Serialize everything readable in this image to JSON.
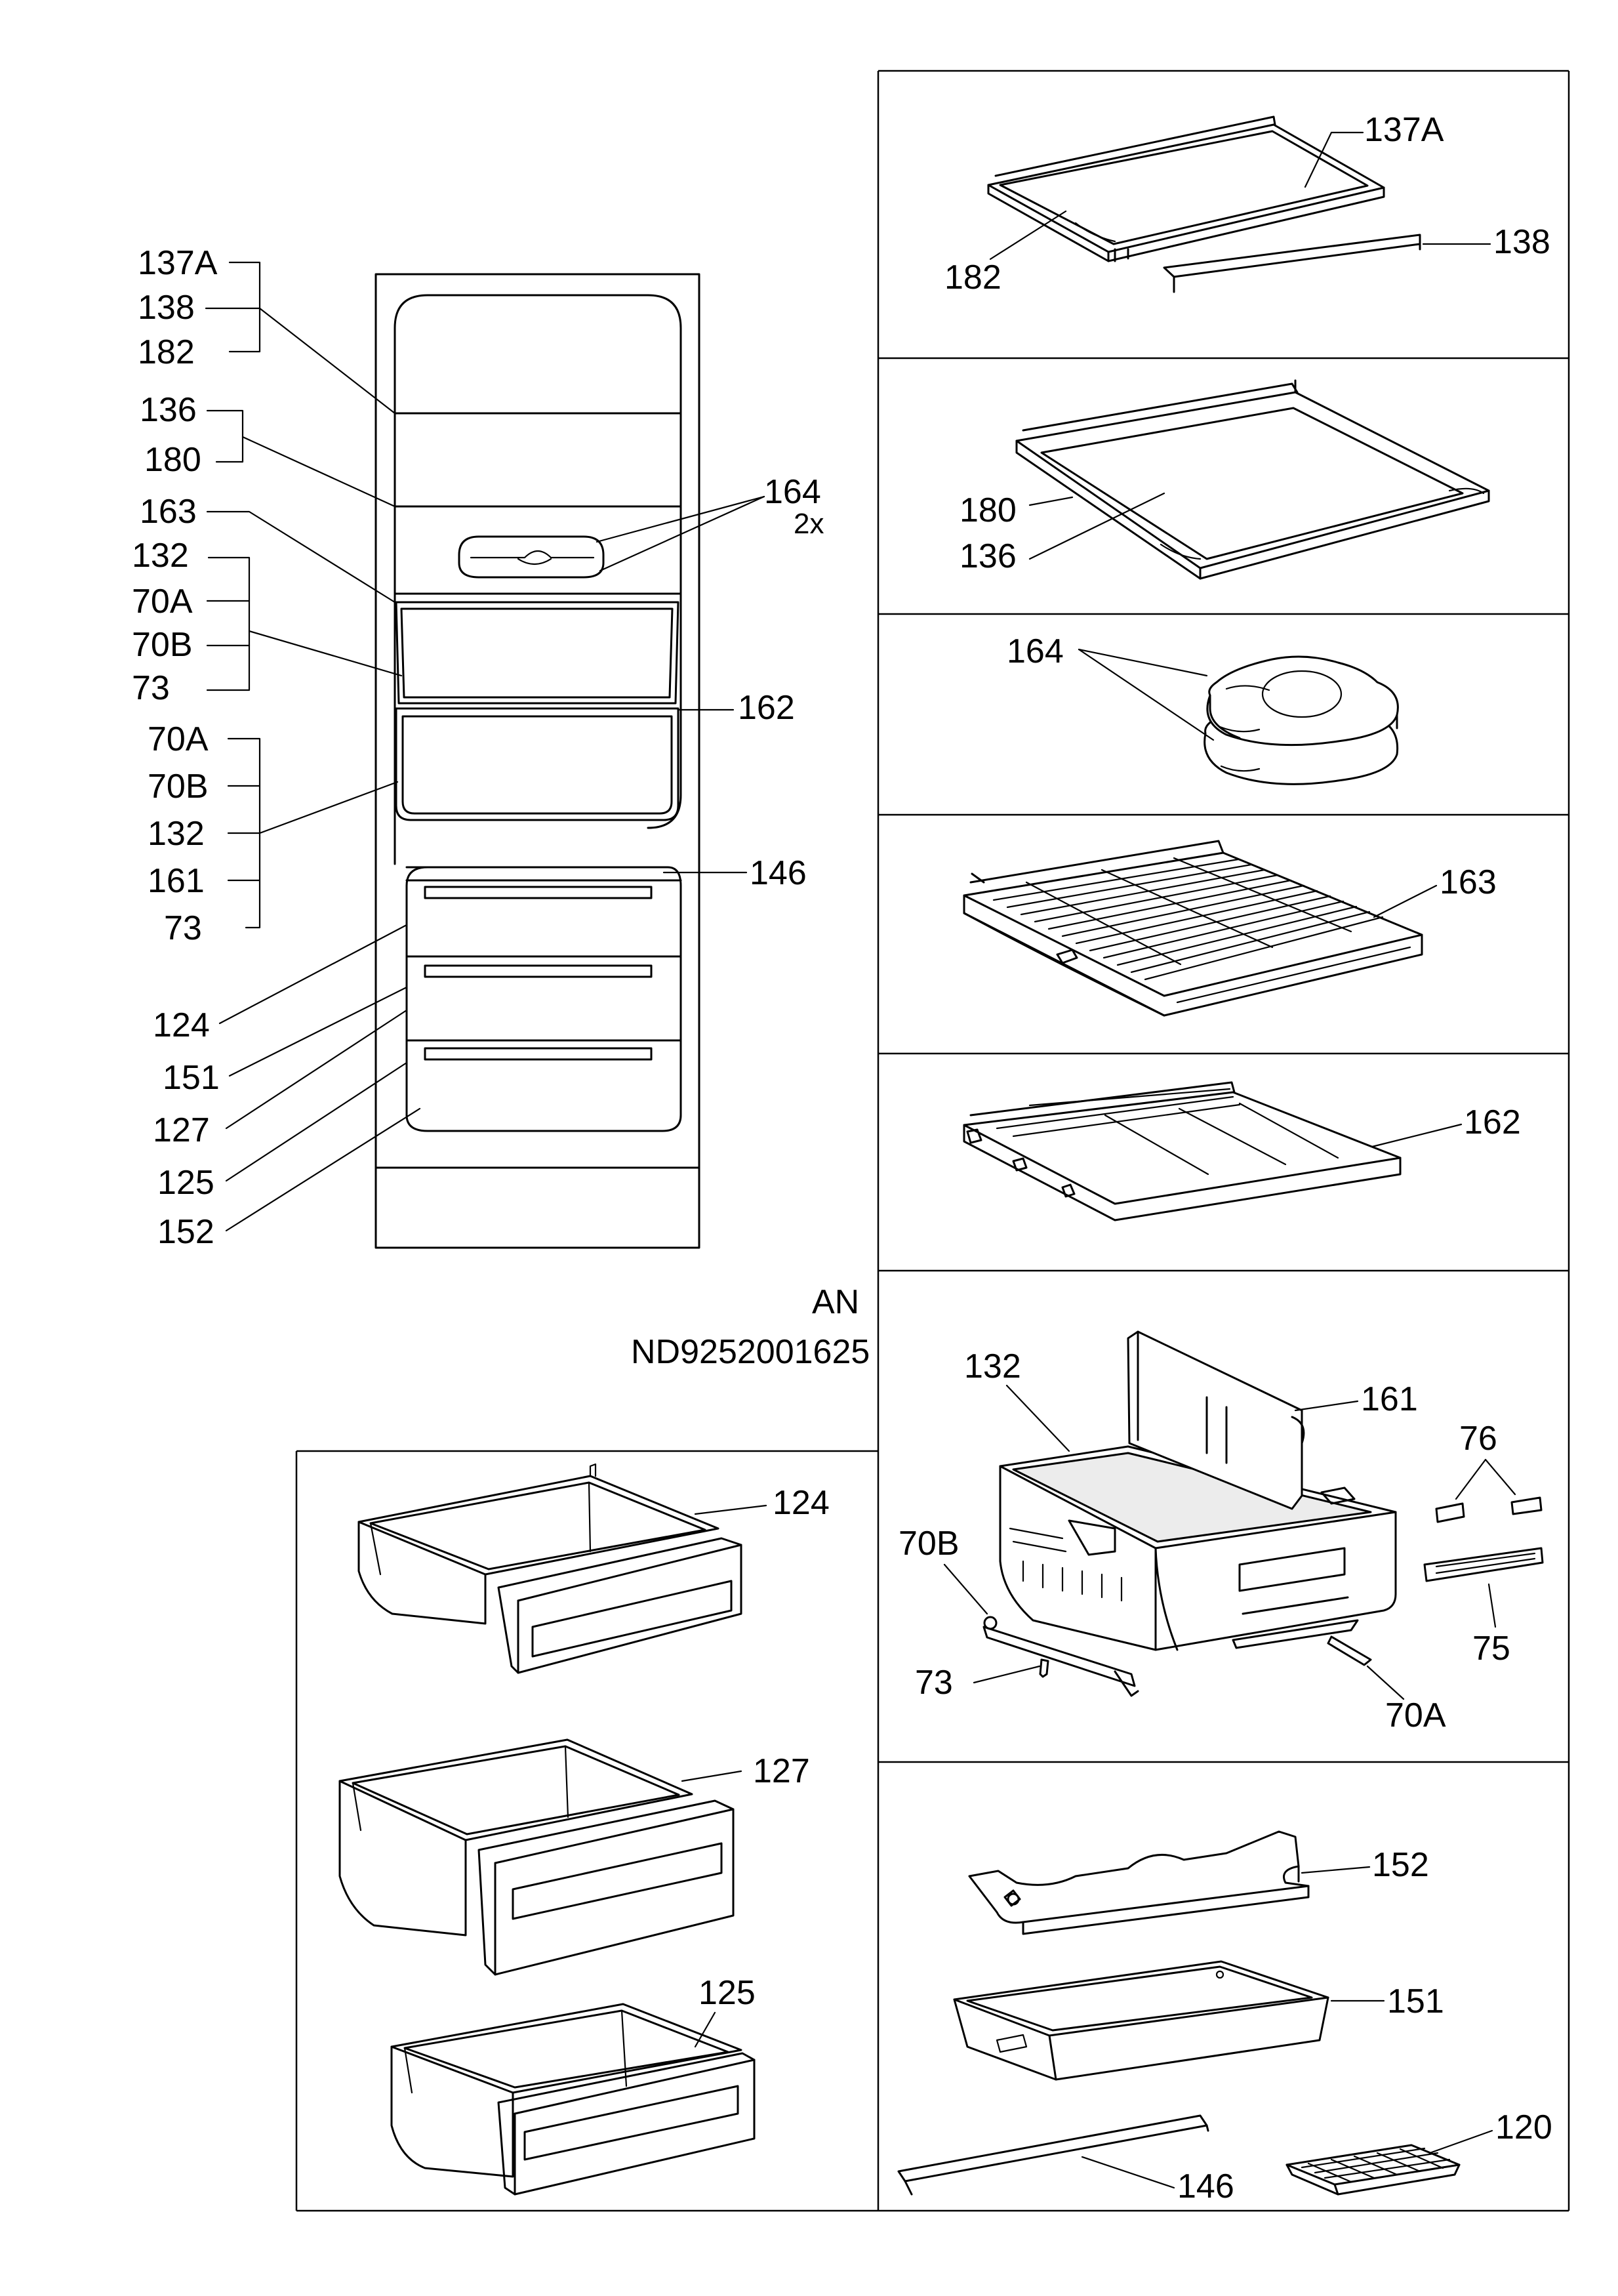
{
  "labels": {
    "l_137A_a": "137A",
    "l_138_a": "138",
    "l_182_a": "182",
    "l_136_a": "136",
    "l_180_a": "180",
    "l_164_a": "164",
    "l_2x": "2x",
    "l_163_a": "163",
    "l_132_a": "132",
    "l_70A_a": "70A",
    "l_70B_a": "70B",
    "l_73_a": "73",
    "l_162_a": "162",
    "l_70A_b": "70A",
    "l_70B_b": "70B",
    "l_132_b": "132",
    "l_161_a": "161",
    "l_73_b": "73",
    "l_146_a": "146",
    "l_124_a": "124",
    "l_151_a": "151",
    "l_127_a": "127",
    "l_125_a": "125",
    "l_152_a": "152",
    "l_AN": "AN",
    "l_code": "ND9252001625",
    "l_137A_b": "137A",
    "l_182_b": "182",
    "l_138_b": "138",
    "l_180_b": "180",
    "l_136_b": "136",
    "l_164_b": "164",
    "l_163_b": "163",
    "l_162_b": "162",
    "l_132_c": "132",
    "l_161_b": "161",
    "l_76": "76",
    "l_70B_c": "70B",
    "l_75": "75",
    "l_73_c": "73",
    "l_70A_c": "70A",
    "l_124_b": "124",
    "l_127_b": "127",
    "l_125_b": "125",
    "l_152_b": "152",
    "l_151_b": "151",
    "l_120": "120",
    "l_146_b": "146"
  }
}
